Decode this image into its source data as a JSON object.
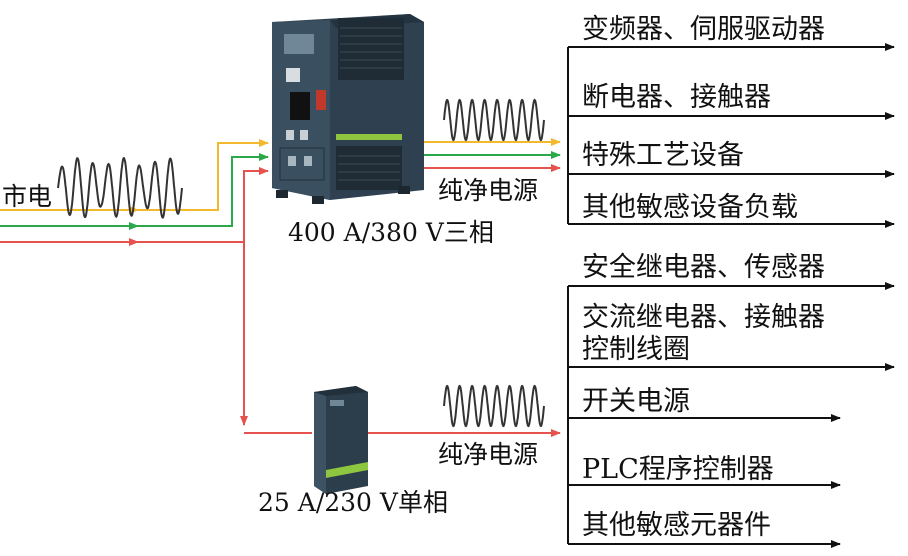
{
  "source_label": "市电",
  "three_phase": {
    "rating": "400 A/380 V三相",
    "output_label": "纯净电源",
    "loads": [
      "变频器、伺服驱动器",
      "断电器、接触器",
      "特殊工艺设备",
      "其他敏感设备负载"
    ]
  },
  "single_phase": {
    "rating": "25 A/230 V单相",
    "output_label": "纯净电源",
    "loads": [
      "安全继电器、传感器",
      "交流继电器、接触器",
      "控制线圈",
      "开关电源",
      "PLC程序控制器",
      "其他敏感元器件"
    ]
  },
  "colors": {
    "phase_yellow": "#f2b92e",
    "phase_green": "#2aa84a",
    "phase_red": "#e6534f",
    "cabinet": "#2f4150",
    "accent": "#8ec63f",
    "line": "#111111"
  }
}
